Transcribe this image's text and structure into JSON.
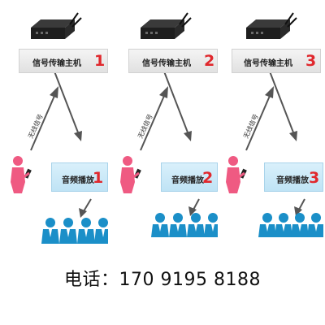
{
  "units": [
    {
      "host_label": "信号传输主机",
      "host_number": "1",
      "audio_label": "音频播放",
      "audio_number": "1",
      "wireless_label": "无线信号"
    },
    {
      "host_label": "信号传输主机",
      "host_number": "2",
      "audio_label": "音频播放",
      "audio_number": "2",
      "wireless_label": "无线信号"
    },
    {
      "host_label": "信号传输主机",
      "host_number": "3",
      "audio_label": "音频播放",
      "audio_number": "3",
      "wireless_label": "无线信号"
    }
  ],
  "contact": {
    "phone": "电话：170 9195 8188"
  },
  "colors": {
    "number_red": "#e0282d",
    "audience_blue": "#1b8fc8",
    "speaker_pink": "#ef5a82",
    "arrow_gray": "#555555"
  }
}
